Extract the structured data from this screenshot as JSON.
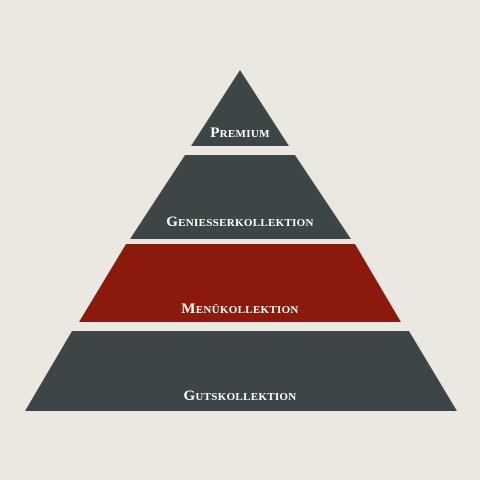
{
  "pyramid": {
    "background_color": "#ebe7e1",
    "tiers": [
      {
        "label": "Premium",
        "color": "#3e4546"
      },
      {
        "label": "Geniesserkollektion",
        "color": "#3e4546"
      },
      {
        "label": "Menükollektion",
        "color": "#8b1a0c"
      },
      {
        "label": "Gutskollektion",
        "color": "#3e4546"
      }
    ]
  }
}
